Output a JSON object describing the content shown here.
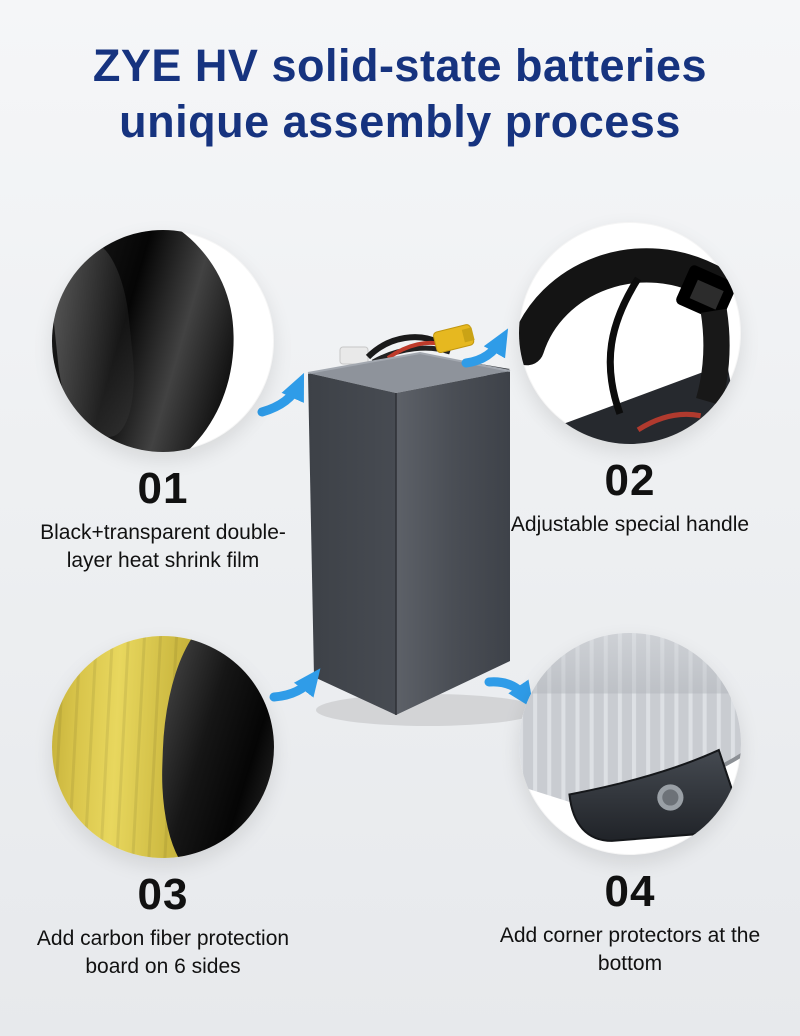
{
  "colors": {
    "title": "#16337f",
    "arrow": "#2f9ce8",
    "text": "#111111",
    "bg_top": "#f5f6f8",
    "bg_bottom": "#e7e9ec"
  },
  "header": {
    "title_line1": "ZYE HV solid-state batteries",
    "title_line2": "unique assembly process"
  },
  "steps": [
    {
      "number": "01",
      "label": "Black+transparent double-layer heat shrink film",
      "photo": "black-heat-shrink-film-photo"
    },
    {
      "number": "02",
      "label": "Adjustable special handle",
      "photo": "adjustable-handle-strap-photo"
    },
    {
      "number": "03",
      "label": "Add carbon fiber protection board on 6 sides",
      "photo": "carbon-fiber-board-photo"
    },
    {
      "number": "04",
      "label": "Add corner protectors at the bottom",
      "photo": "corner-protector-photo"
    }
  ]
}
